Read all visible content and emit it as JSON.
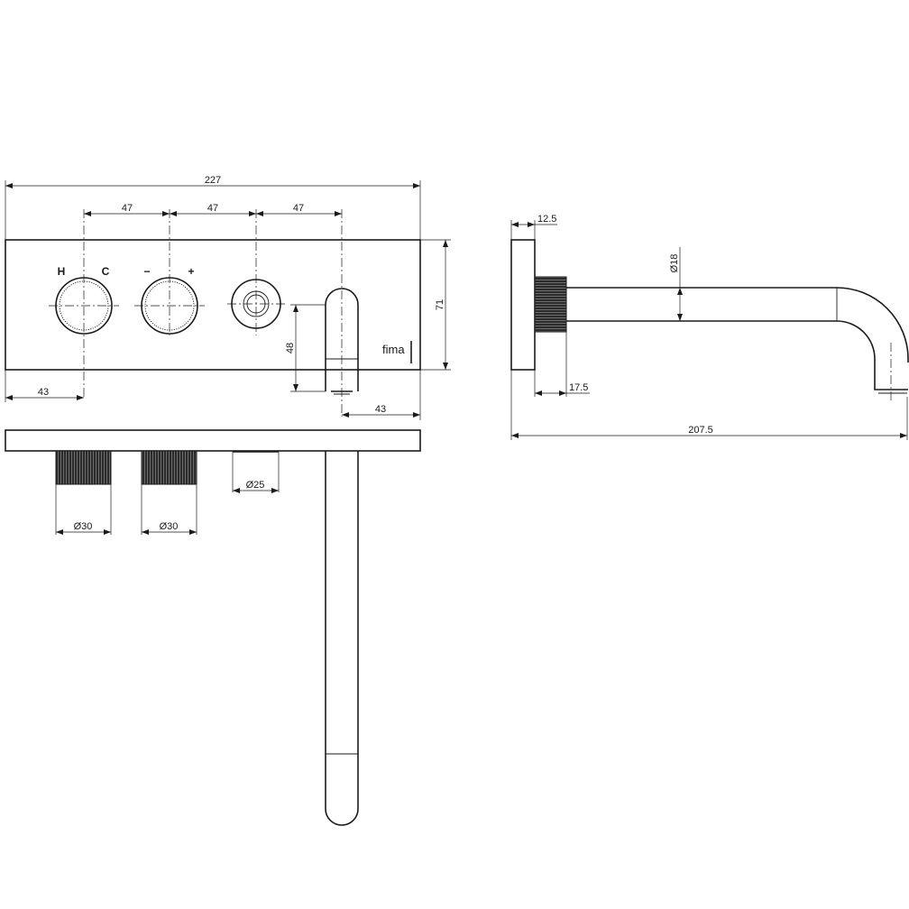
{
  "front_view": {
    "labels": {
      "hot": "H",
      "cold": "C",
      "minus": "−",
      "plus": "+",
      "logo": "fima"
    },
    "dims": {
      "overall_width": "227",
      "spacing_1": "47",
      "spacing_2": "47",
      "spacing_3": "47",
      "height": "71",
      "spout_drop": "48",
      "left_offset": "43",
      "right_offset": "43"
    }
  },
  "top_view": {
    "dims": {
      "knob_1_diameter": "30",
      "knob_2_diameter": "30",
      "diverter_diameter": "25"
    },
    "diameter_symbol": "Ø"
  },
  "side_view": {
    "dims": {
      "plate_depth": "12.5",
      "spout_diameter": "18",
      "knurl_depth": "17.5",
      "projection": "207.5"
    },
    "diameter_symbol": "Ø"
  }
}
